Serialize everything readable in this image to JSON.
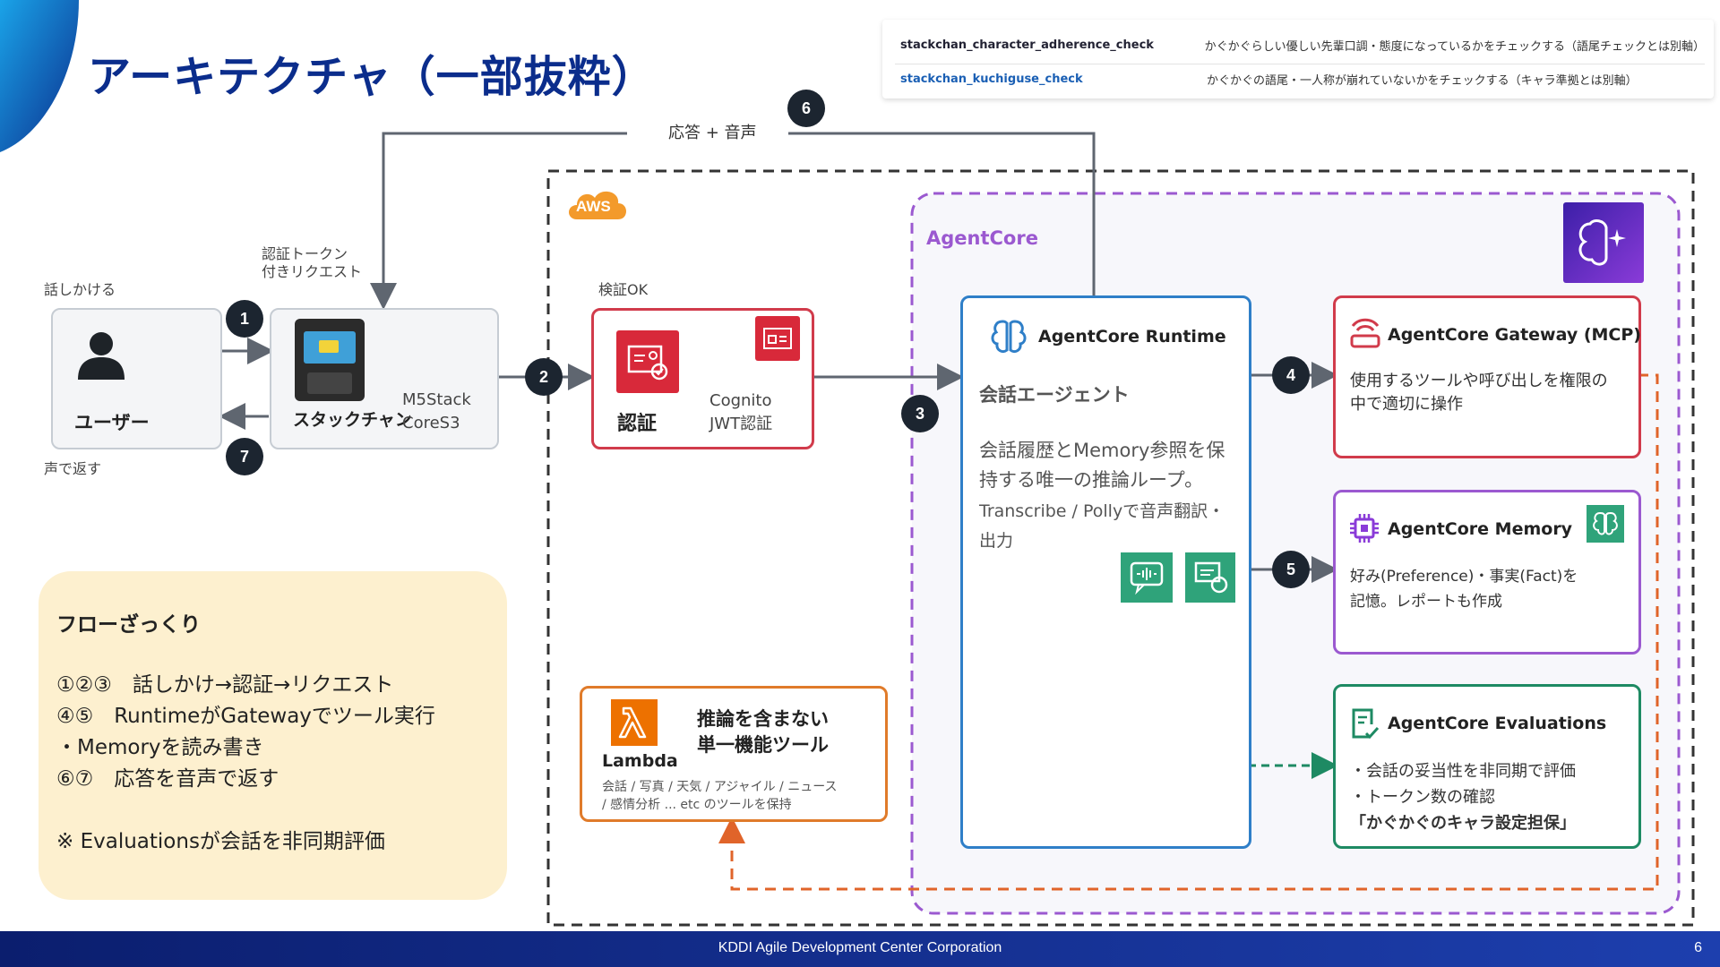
{
  "slide": {
    "title": "アーキテクチャ（一部抜粋）",
    "page_number": "6",
    "footer": "KDDI Agile Development Center Corporation"
  },
  "snippet": {
    "rows": [
      {
        "key": "stackchan_character_adherence_check",
        "desc": "かぐかぐらしい優しい先輩口調・態度になっているかをチェックする（語尾チェックとは別軸）"
      },
      {
        "key": "stackchan_kuchiguse_check",
        "desc": "かぐかぐの語尾・一人称が崩れていないかをチェックする（キャラ準拠とは別軸）"
      }
    ]
  },
  "flow_labels": {
    "talk": "話しかける",
    "reply_voice": "声で返す",
    "token_request": [
      "認証トークン",
      "付きリクエスト"
    ],
    "verified": "検証OK",
    "response_audio": "応答 + 音声"
  },
  "steps": [
    "1",
    "2",
    "3",
    "4",
    "5",
    "6",
    "7"
  ],
  "user": {
    "label": "ユーザー",
    "icon": "user-icon"
  },
  "stackchan": {
    "label": "スタックチャン",
    "device": [
      "M5Stack",
      "CoreS3"
    ]
  },
  "aws": {
    "badge": "AWS"
  },
  "auth": {
    "label": "認証",
    "service": [
      "Cognito",
      "JWT認証"
    ]
  },
  "agentcore": {
    "label": "AgentCore"
  },
  "runtime": {
    "title": "AgentCore Runtime",
    "subtitle": "会話エージェント",
    "body": [
      "会話履歴とMemory参照を保",
      "持する唯一の推論ループ。"
    ],
    "body_small": [
      "Transcribe / Pollyで音声翻訳・",
      "出力"
    ]
  },
  "gateway": {
    "title": "AgentCore Gateway (MCP)",
    "body": [
      "使用するツールや呼び出しを権限の",
      "中で適切に操作"
    ]
  },
  "memory": {
    "title": "AgentCore Memory",
    "body": [
      "好み(Preference)・事実(Fact)を",
      "記憶。レポートも作成"
    ]
  },
  "evaluations": {
    "title": "AgentCore Evaluations",
    "body": [
      "・会話の妥当性を非同期で評価",
      "・トークン数の確認"
    ],
    "highlight": "「かぐかぐのキャラ設定担保」"
  },
  "lambda": {
    "label": "Lambda",
    "title": [
      "推論を含まない",
      "単一機能ツール"
    ],
    "body": [
      "会話 / 写真 / 天気 / アジャイル / ニュース",
      "/ 感情分析 ... etc のツールを保持"
    ]
  },
  "summary": {
    "title": "フローざっくり",
    "lines": [
      "①②③　話しかけ→認証→リクエスト",
      "④⑤　RuntimeがGatewayでツール実行",
      "・Memoryを読み書き",
      "⑥⑦　応答を音声で返す",
      "",
      "※ Evaluationsが会話を非同期評価"
    ]
  },
  "colors": {
    "title": "#0b2d8c",
    "auth": "#d13b4b",
    "runtime": "#2f7fc8",
    "gateway": "#d13b4b",
    "memory": "#9b59d0",
    "evaluations": "#1e8a63",
    "lambda": "#e07b2a",
    "agentcore": "#9b59d0",
    "summary_bg": "#fdf0cf"
  }
}
